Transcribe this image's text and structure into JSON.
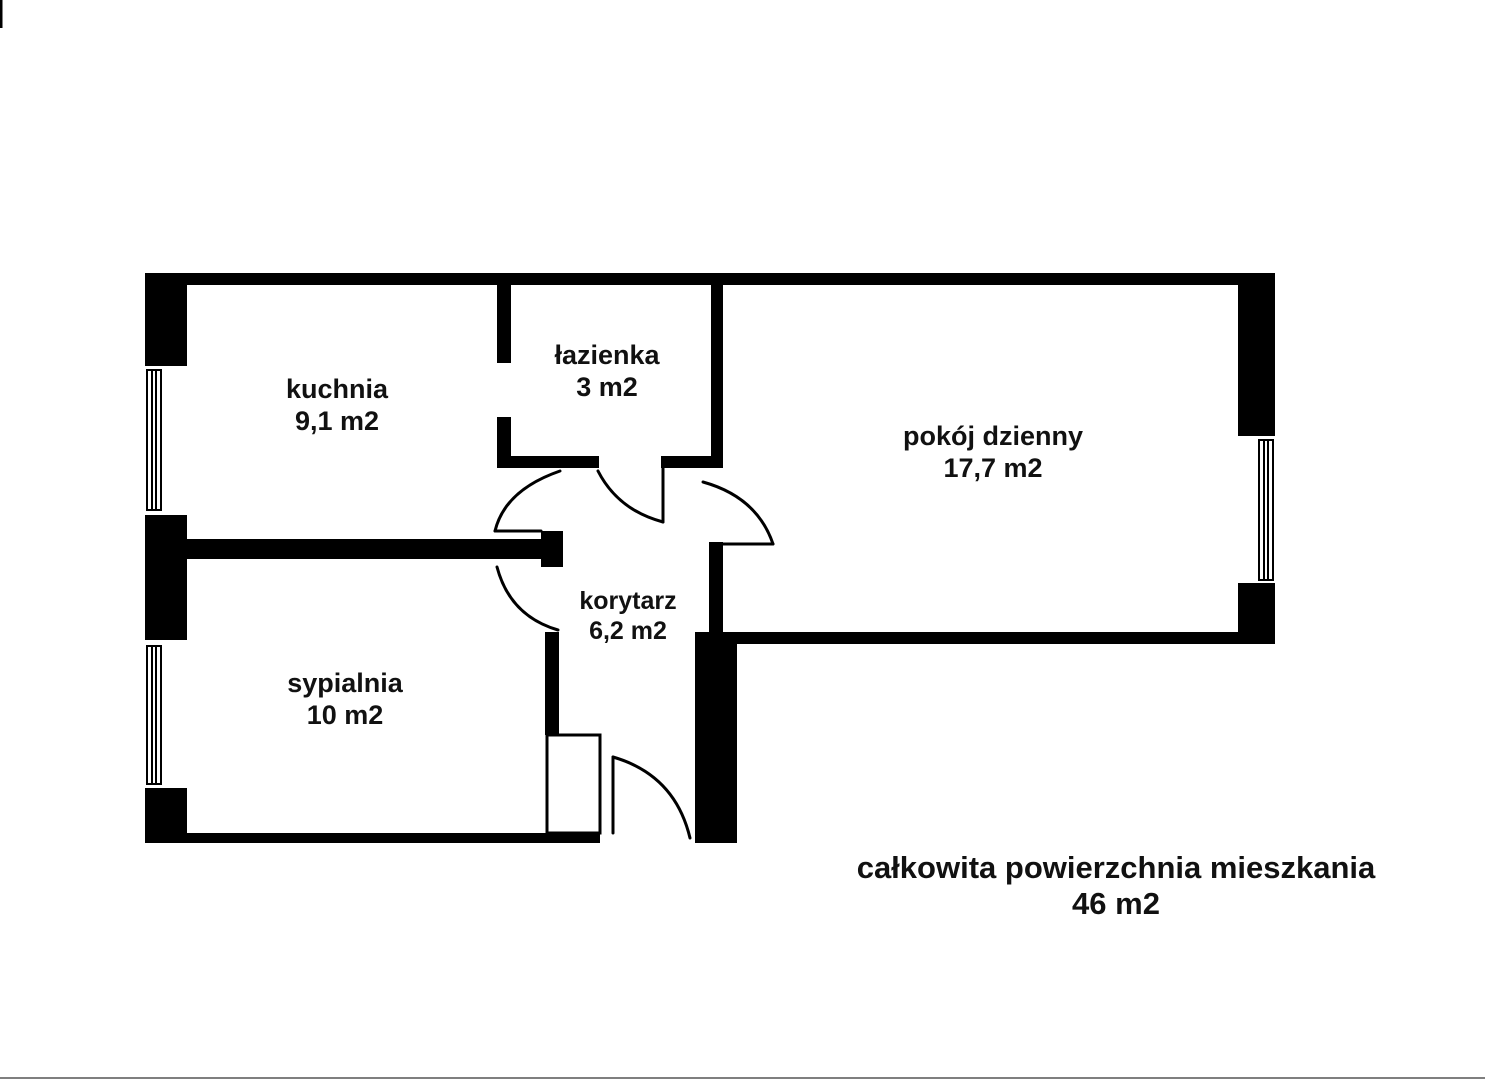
{
  "rooms": {
    "kitchen": {
      "name": "kuchnia",
      "area": "9,1 m2"
    },
    "bathroom": {
      "name": "łazienka",
      "area": "3 m2"
    },
    "living": {
      "name": "pokój dzienny",
      "area": "17,7 m2"
    },
    "corridor": {
      "name": "korytarz",
      "area": "6,2 m2"
    },
    "bedroom": {
      "name": "sypialnia",
      "area": "10 m2"
    }
  },
  "total": {
    "label": "całkowita powierzchnia mieszkania",
    "area": "46 m2"
  },
  "colors": {
    "wall": "#000000",
    "background": "#ffffff"
  }
}
